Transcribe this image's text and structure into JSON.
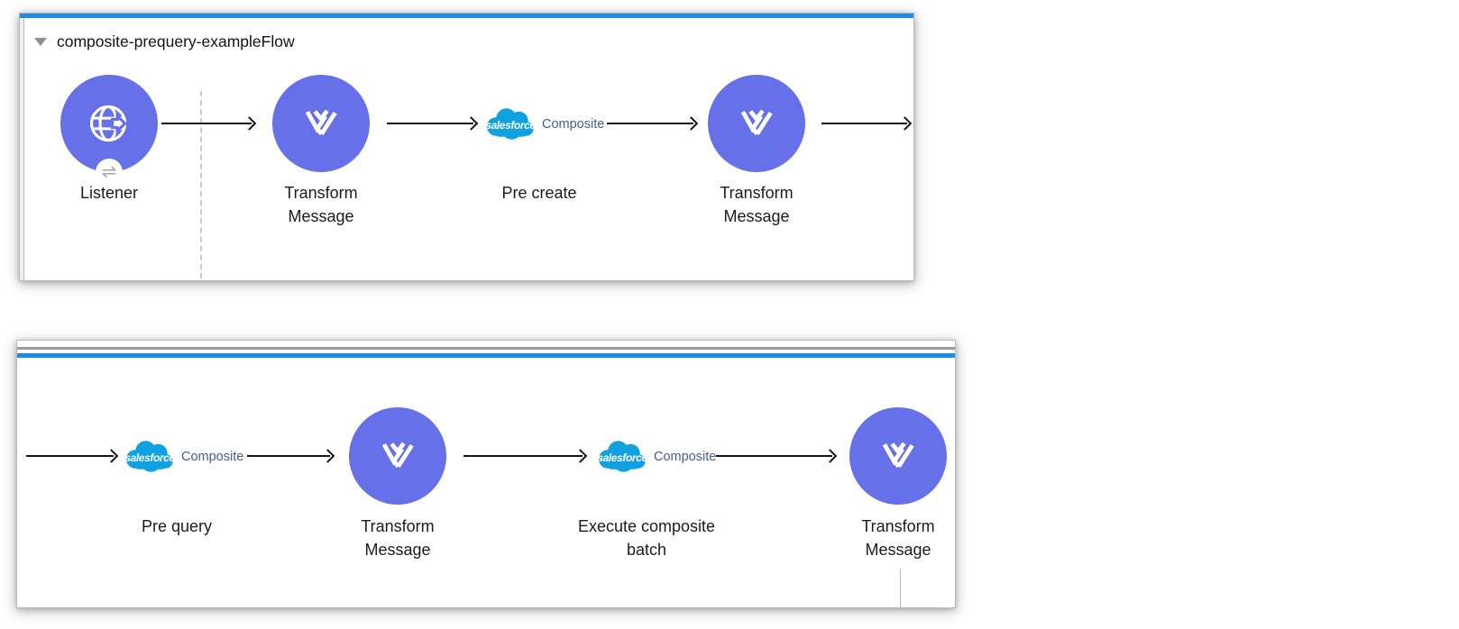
{
  "colors": {
    "accent_blue": "#1e8be6",
    "node_purple": "#6670e8",
    "salesforce_blue": "#0fa1e0",
    "composite_text": "#44608f",
    "arrow_black": "#141414",
    "gray_rule": "#9a9a9a"
  },
  "icons": {
    "collapse": "triangle-down",
    "listener": "globe-with-arrow",
    "listener_badge_glyph": "⇌",
    "transform": "dataweave-mark",
    "salesforce": "salesforce-cloud"
  },
  "flow1": {
    "title": "composite-prequery-exampleFlow",
    "nodes": [
      {
        "type": "http-listener",
        "label": "Listener"
      },
      {
        "type": "transform-message",
        "label": "Transform Message"
      },
      {
        "type": "salesforce-composite",
        "brand": "salesforce",
        "product": "Composite",
        "label": "Pre create"
      },
      {
        "type": "transform-message",
        "label": "Transform Message"
      }
    ]
  },
  "flow2": {
    "nodes": [
      {
        "type": "salesforce-composite",
        "brand": "salesforce",
        "product": "Composite",
        "label": "Pre query"
      },
      {
        "type": "transform-message",
        "label": "Transform Message"
      },
      {
        "type": "salesforce-composite",
        "brand": "salesforce",
        "product": "Composite",
        "label": "Execute composite batch"
      },
      {
        "type": "transform-message",
        "label": "Transform Message"
      }
    ]
  }
}
